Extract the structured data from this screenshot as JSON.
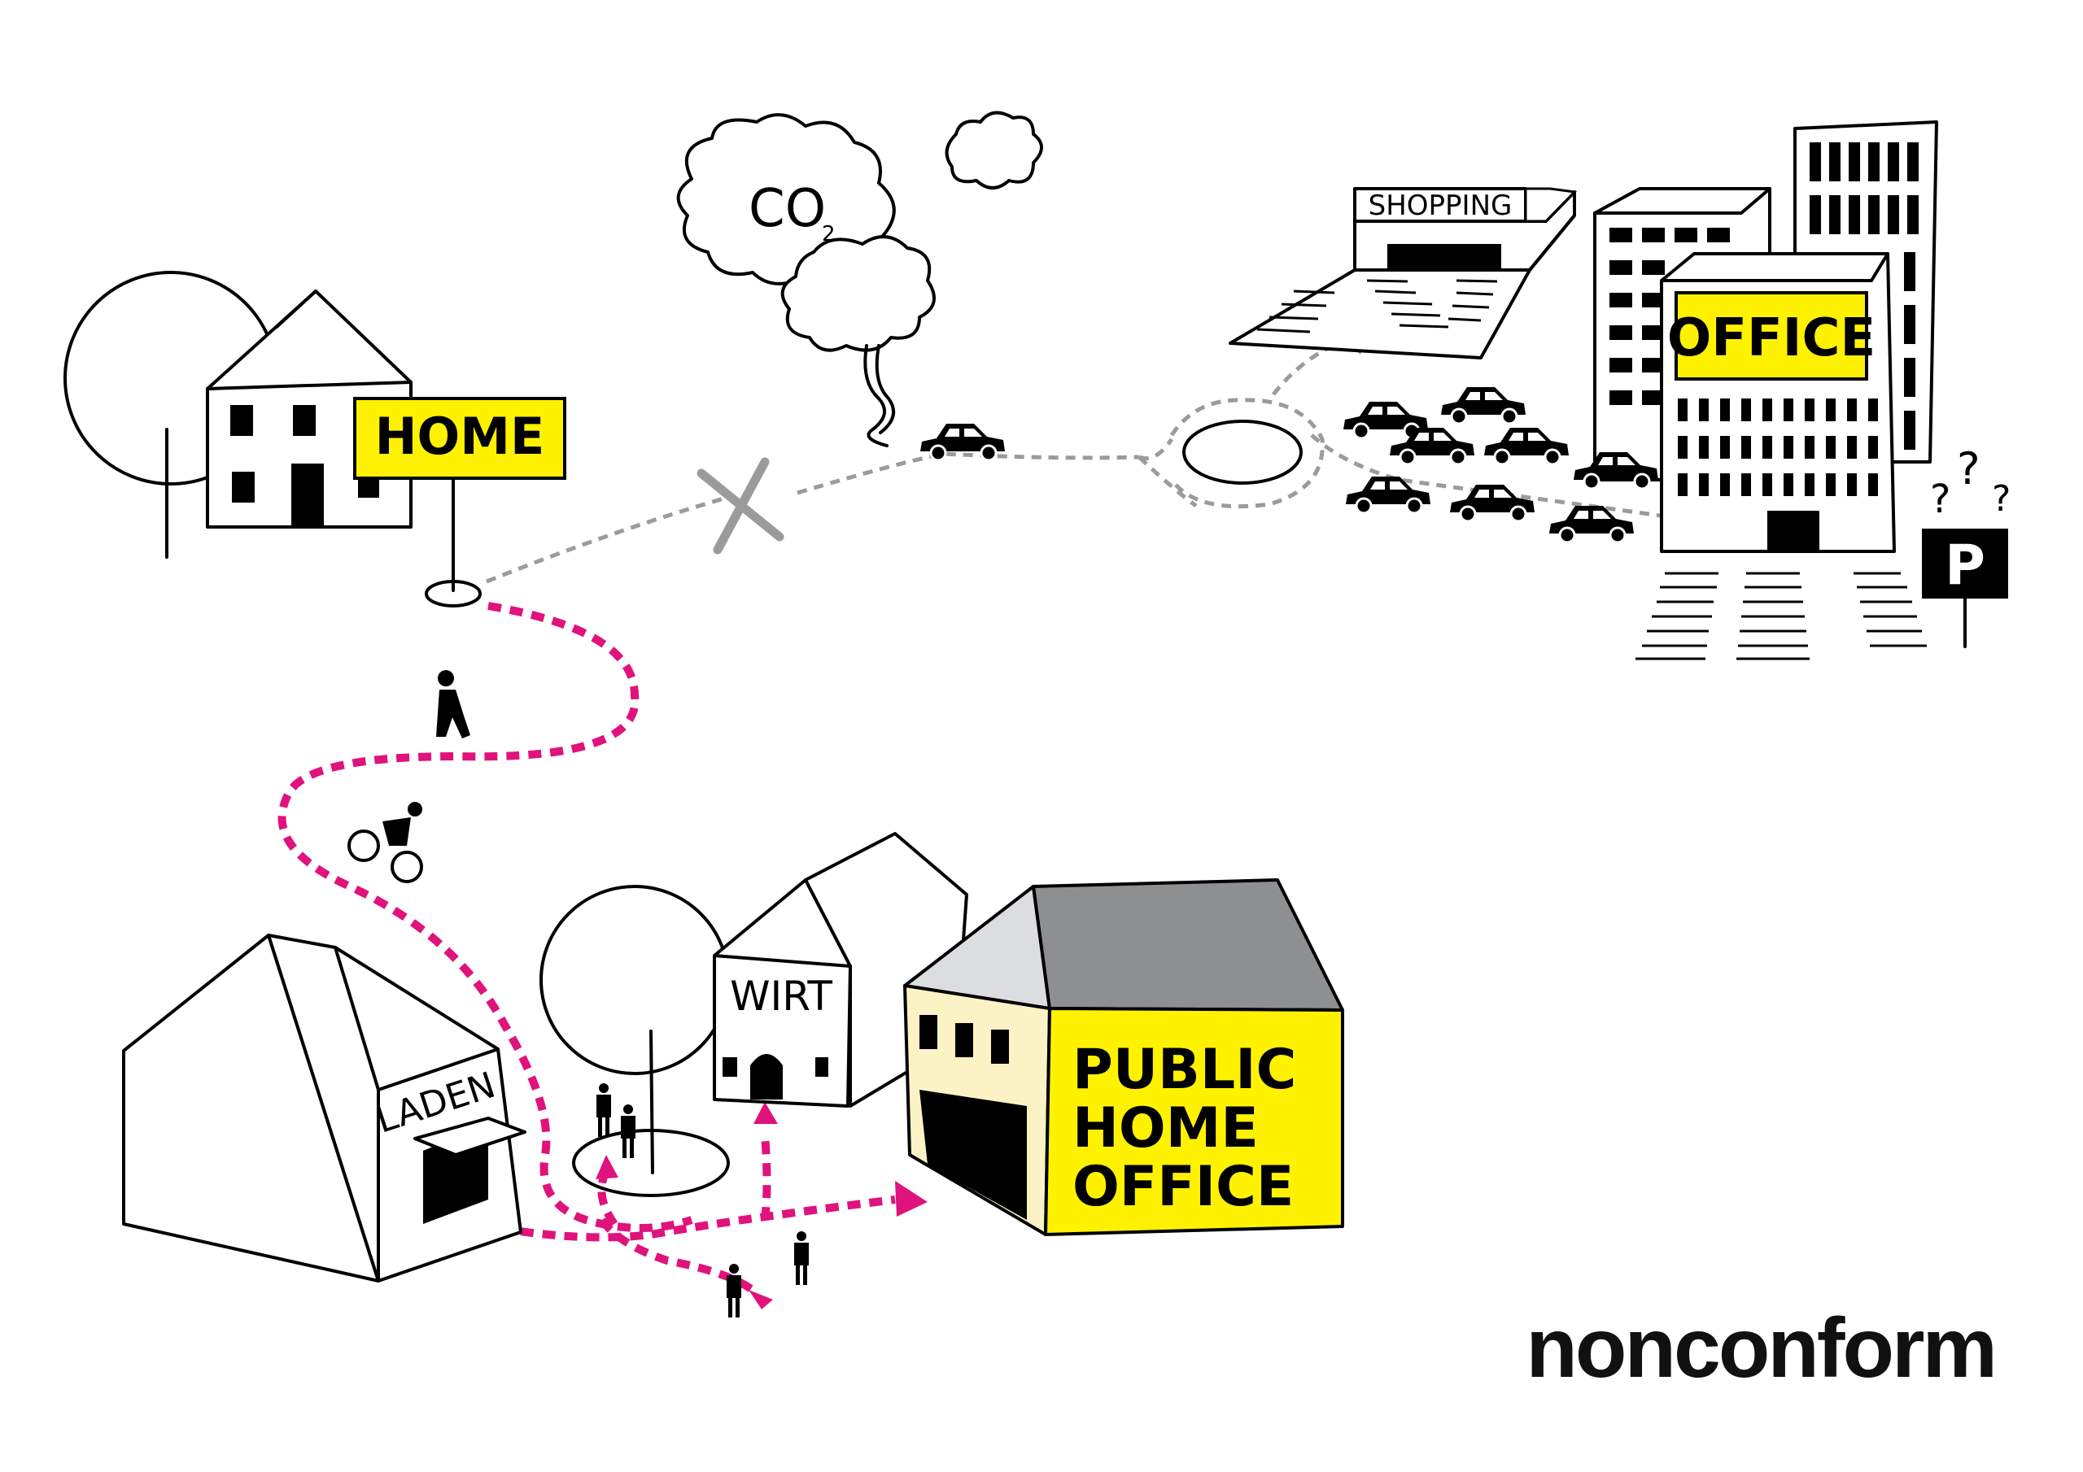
{
  "labels": {
    "home": "HOME",
    "co2_main": "CO",
    "co2_sub": "2",
    "shopping": "SHOPPING",
    "office": "OFFICE",
    "parking": "P",
    "laden": "LADEN",
    "wirt": "WIRT",
    "public_home_office": [
      "PUBLIC",
      "HOME",
      "OFFICE"
    ],
    "question_marks": "?"
  },
  "brand": "nonconform",
  "colors": {
    "sign_yellow": "#fff200",
    "route_magenta": "#e0127c",
    "car_route_grey": "#9b9b9b",
    "roof_grey": "#8e8f91",
    "roof_light": "#dcdde0",
    "wall_cream": "#fbf3c5",
    "ink": "#000000"
  },
  "icons": [
    "tree-icon",
    "pedestrian-icon",
    "cyclist-icon",
    "car-icon",
    "cloud-icon",
    "person-icon",
    "parking-sign-icon",
    "cross-icon"
  ]
}
